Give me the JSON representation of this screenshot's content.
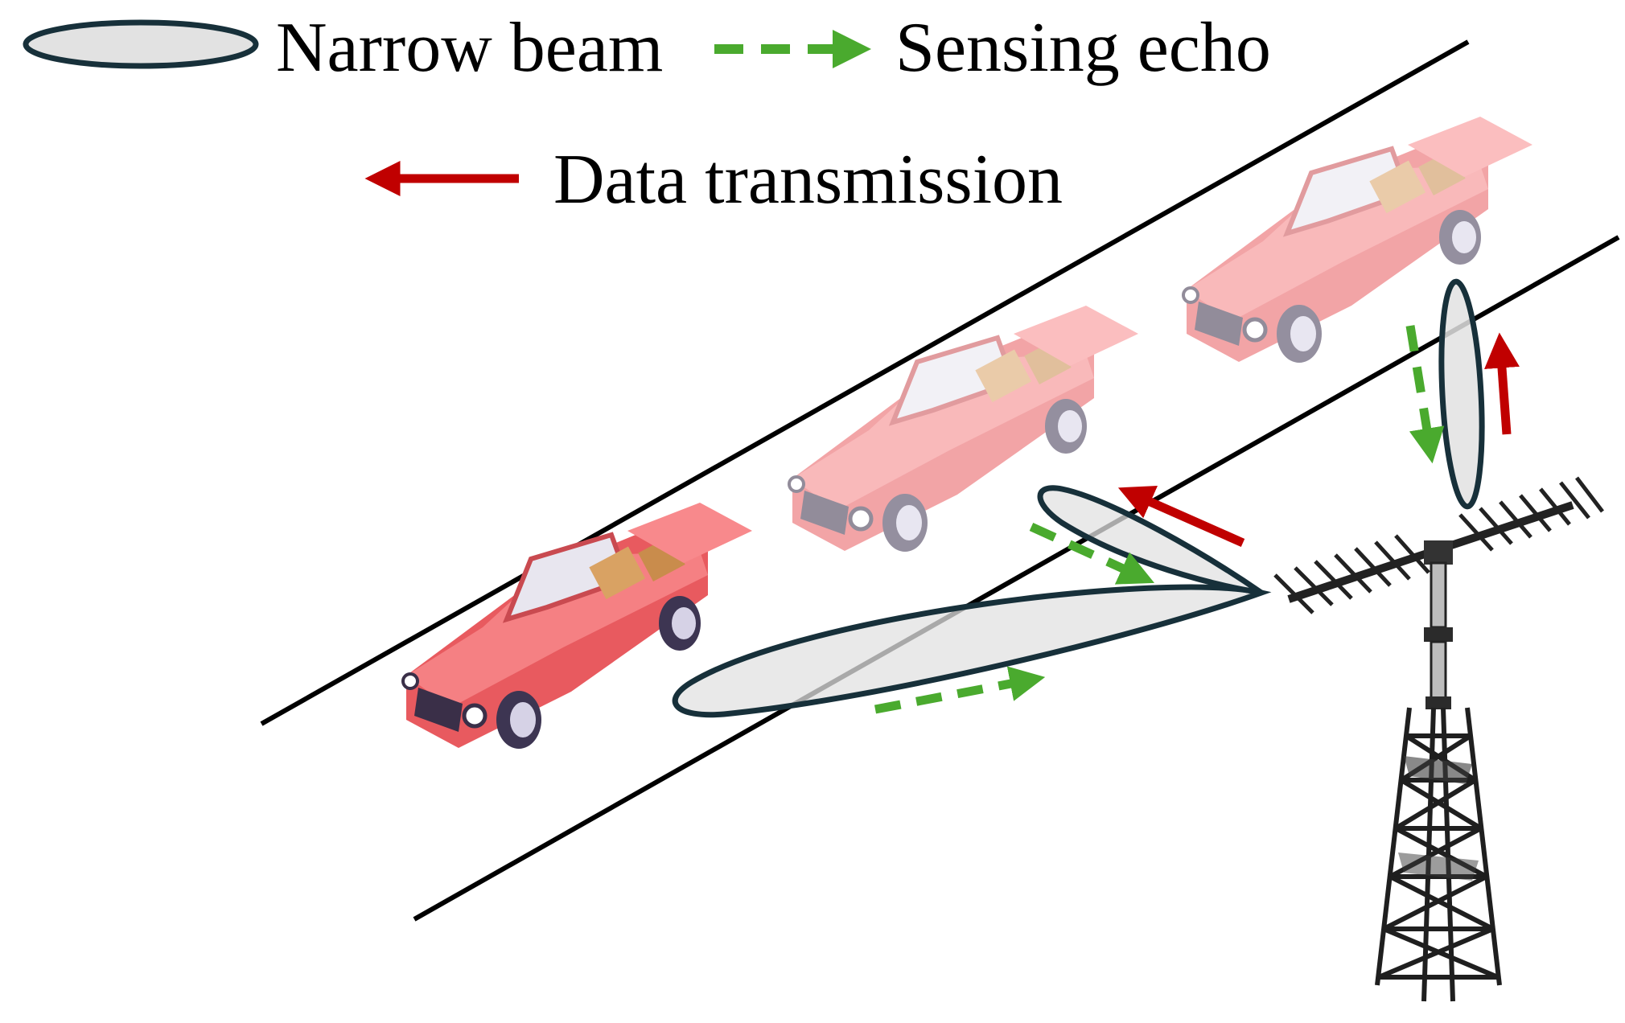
{
  "legend": {
    "narrow_beam": "Narrow beam",
    "sensing_echo": "Sensing echo",
    "data_transmission": "Data transmission"
  },
  "colors": {
    "beam_fill": "#e2e2e2",
    "beam_stroke": "#17303a",
    "echo": "#4aaa2e",
    "data": "#c00000",
    "car_body": "#f26b6e",
    "car_faded": "#f7a2a4",
    "road": "#000000",
    "tower": "#222222"
  },
  "icons": [
    "car-icon",
    "base-station-tower-icon",
    "antenna-array-icon"
  ]
}
